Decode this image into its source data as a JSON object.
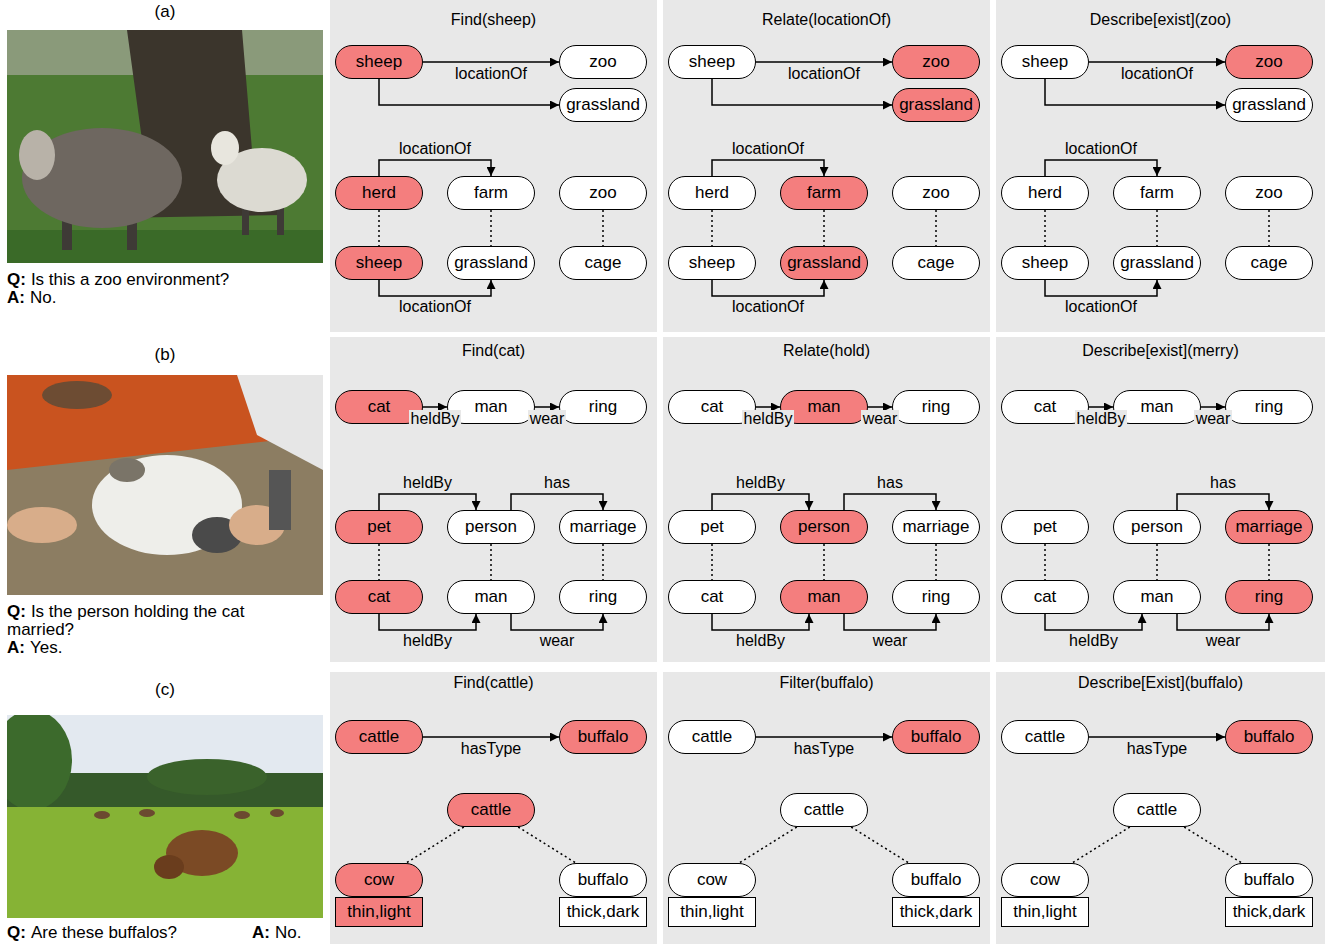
{
  "diagram": {
    "nodes": [
      {
        "text": [
          "Find(sheep)"
        ]
      },
      {
        "text": [
          "sheep"
        ],
        "in": 0
      },
      {
        "text": [
          "zoo"
        ],
        "in": 0
      },
      {
        "text": [
          "grassland"
        ],
        "in": 0
      },
      {
        "text": [
          "herd"
        ],
        "in": 0
      },
      {
        "text": [
          "farm"
        ],
        "in": 0
      },
      {
        "text": [
          "zoo"
        ],
        "in": 0
      },
      {
        "text": [
          "sheep"
        ],
        "in": 0
      },
      {
        "text": [
          "grassland"
        ],
        "in": 0
      },
      {
        "text": [
          "cage"
        ],
        "in": 0
      },
      {
        "text": [
          "Relate(locationOf)"
        ]
      },
      {
        "text": [
          "sheep"
        ],
        "in": 10
      },
      {
        "text": [
          "zoo"
        ],
        "in": 10
      },
      {
        "text": [
          "grassland"
        ],
        "in": 10
      },
      {
        "text": [
          "herd"
        ],
        "in": 10
      },
      {
        "text": [
          "farm"
        ],
        "in": 10
      },
      {
        "text": [
          "zoo"
        ],
        "in": 10
      },
      {
        "text": [
          "sheep"
        ],
        "in": 10
      },
      {
        "text": [
          "grassland"
        ],
        "in": 10
      },
      {
        "text": [
          "cage"
        ],
        "in": 10
      },
      {
        "text": [
          "Describe[exist](zoo)"
        ]
      },
      {
        "text": [
          "sheep"
        ],
        "in": 20
      },
      {
        "text": [
          "zoo"
        ],
        "in": 20
      },
      {
        "text": [
          "grassland"
        ],
        "in": 20
      },
      {
        "text": [
          "herd"
        ],
        "in": 20
      },
      {
        "text": [
          "farm"
        ],
        "in": 20
      },
      {
        "text": [
          "zoo"
        ],
        "in": 20
      },
      {
        "text": [
          "sheep"
        ],
        "in": 20
      },
      {
        "text": [
          "grassland"
        ],
        "in": 20
      },
      {
        "text": [
          "cage"
        ],
        "in": 20
      },
      {
        "text": [
          "Find(cat)"
        ]
      },
      {
        "text": [
          "cat"
        ],
        "in": 30
      },
      {
        "text": [
          "man"
        ],
        "in": 30
      },
      {
        "text": [
          "ring"
        ],
        "in": 30
      },
      {
        "text": [
          "pet"
        ],
        "in": 30
      },
      {
        "text": [
          "person"
        ],
        "in": 30
      },
      {
        "text": [
          "marriage"
        ],
        "in": 30
      },
      {
        "text": [
          "cat"
        ],
        "in": 30
      },
      {
        "text": [
          "man"
        ],
        "in": 30
      },
      {
        "text": [
          "ring"
        ],
        "in": 30
      },
      {
        "text": [
          "Relate(hold)"
        ]
      },
      {
        "text": [
          "cat"
        ],
        "in": 40
      },
      {
        "text": [
          "man"
        ],
        "in": 40
      },
      {
        "text": [
          "ring"
        ],
        "in": 40
      },
      {
        "text": [
          "pet"
        ],
        "in": 40
      },
      {
        "text": [
          "person"
        ],
        "in": 40
      },
      {
        "text": [
          "marriage"
        ],
        "in": 40
      },
      {
        "text": [
          "cat"
        ],
        "in": 40
      },
      {
        "text": [
          "man"
        ],
        "in": 40
      },
      {
        "text": [
          "ring"
        ],
        "in": 40
      },
      {
        "text": [
          "Describe[exist](merry)"
        ]
      },
      {
        "text": [
          "cat"
        ],
        "in": 50
      },
      {
        "text": [
          "man"
        ],
        "in": 50
      },
      {
        "text": [
          "ring"
        ],
        "in": 50
      },
      {
        "text": [
          "pet"
        ],
        "in": 50
      },
      {
        "text": [
          "person"
        ],
        "in": 50
      },
      {
        "text": [
          "marriage"
        ],
        "in": 50
      },
      {
        "text": [
          "cat"
        ],
        "in": 50
      },
      {
        "text": [
          "man"
        ],
        "in": 50
      },
      {
        "text": [
          "ring"
        ],
        "in": 50
      },
      {
        "text": [
          "Find(cattle)"
        ]
      },
      {
        "text": [
          "cattle"
        ],
        "in": 60
      },
      {
        "text": [
          "buffalo"
        ],
        "in": 60
      },
      {
        "text": [
          "cattle"
        ],
        "in": 60
      },
      {
        "text": [
          "cow"
        ],
        "in": 60
      },
      {
        "text": [
          "buffalo"
        ],
        "in": 60
      },
      {
        "text": [
          "thin,light"
        ],
        "in": 60
      },
      {
        "text": [
          "thick,dark"
        ],
        "in": 60
      },
      {
        "text": [
          "Filter(buffalo)"
        ]
      },
      {
        "text": [
          "cattle"
        ],
        "in": 68
      },
      {
        "text": [
          "buffalo"
        ],
        "in": 68
      },
      {
        "text": [
          "cattle"
        ],
        "in": 68
      },
      {
        "text": [
          "cow"
        ],
        "in": 68
      },
      {
        "text": [
          "buffalo"
        ],
        "in": 68
      },
      {
        "text": [
          "thin,light"
        ],
        "in": 68
      },
      {
        "text": [
          "thick,dark"
        ],
        "in": 68
      },
      {
        "text": [
          "Describe[Exist](buffalo)"
        ]
      },
      {
        "text": [
          "cattle"
        ],
        "in": 76
      },
      {
        "text": [
          "buffalo"
        ],
        "in": 76
      },
      {
        "text": [
          "cattle"
        ],
        "in": 76
      },
      {
        "text": [
          "cow"
        ],
        "in": 76
      },
      {
        "text": [
          "buffalo"
        ],
        "in": 76
      },
      {
        "text": [
          "thin,light"
        ],
        "in": 76
      },
      {
        "text": [
          "thick,dark"
        ],
        "in": 76
      }
    ],
    "edges": [
      {
        "from": 1,
        "to": 2,
        "label": "locationOf",
        "arrow": "to"
      },
      {
        "from": 1,
        "to": 3,
        "arrow": "to"
      },
      {
        "from": 4,
        "to": 5,
        "label": "locationOf",
        "arrow": "to"
      },
      {
        "from": 7,
        "to": 8,
        "label": "locationOf",
        "arrow": "to"
      },
      {
        "from": 4,
        "to": 7,
        "arrow": "none"
      },
      {
        "from": 5,
        "to": 8,
        "arrow": "none"
      },
      {
        "from": 6,
        "to": 9,
        "arrow": "none"
      },
      {
        "from": 11,
        "to": 12,
        "label": "locationOf",
        "arrow": "to"
      },
      {
        "from": 11,
        "to": 13,
        "arrow": "to"
      },
      {
        "from": 14,
        "to": 15,
        "label": "locationOf",
        "arrow": "to"
      },
      {
        "from": 17,
        "to": 18,
        "label": "locationOf",
        "arrow": "to"
      },
      {
        "from": 14,
        "to": 17,
        "arrow": "none"
      },
      {
        "from": 15,
        "to": 18,
        "arrow": "none"
      },
      {
        "from": 16,
        "to": 19,
        "arrow": "none"
      },
      {
        "from": 21,
        "to": 22,
        "label": "locationOf",
        "arrow": "to"
      },
      {
        "from": 21,
        "to": 23,
        "arrow": "to"
      },
      {
        "from": 24,
        "to": 25,
        "label": "locationOf",
        "arrow": "to"
      },
      {
        "from": 27,
        "to": 28,
        "label": "locationOf",
        "arrow": "to"
      },
      {
        "from": 24,
        "to": 27,
        "arrow": "none"
      },
      {
        "from": 25,
        "to": 28,
        "arrow": "none"
      },
      {
        "from": 26,
        "to": 29,
        "arrow": "none"
      },
      {
        "from": 31,
        "to": 32,
        "label": "heldBy",
        "arrow": "to"
      },
      {
        "from": 32,
        "to": 33,
        "label": "wear",
        "arrow": "to"
      },
      {
        "from": 34,
        "to": 35,
        "label": "heldBy",
        "arrow": "to"
      },
      {
        "from": 35,
        "to": 36,
        "label": "has",
        "arrow": "to"
      },
      {
        "from": 37,
        "to": 38,
        "label": "heldBy",
        "arrow": "to"
      },
      {
        "from": 38,
        "to": 39,
        "label": "wear",
        "arrow": "to"
      },
      {
        "from": 34,
        "to": 37,
        "arrow": "none"
      },
      {
        "from": 35,
        "to": 38,
        "arrow": "none"
      },
      {
        "from": 36,
        "to": 39,
        "arrow": "none"
      },
      {
        "from": 41,
        "to": 42,
        "label": "heldBy",
        "arrow": "to"
      },
      {
        "from": 42,
        "to": 43,
        "label": "wear",
        "arrow": "to"
      },
      {
        "from": 44,
        "to": 45,
        "label": "heldBy",
        "arrow": "to"
      },
      {
        "from": 45,
        "to": 46,
        "label": "has",
        "arrow": "to"
      },
      {
        "from": 47,
        "to": 48,
        "label": "heldBy",
        "arrow": "to"
      },
      {
        "from": 48,
        "to": 49,
        "label": "wear",
        "arrow": "to"
      },
      {
        "from": 44,
        "to": 47,
        "arrow": "none"
      },
      {
        "from": 45,
        "to": 48,
        "arrow": "none"
      },
      {
        "from": 46,
        "to": 49,
        "arrow": "none"
      },
      {
        "from": 51,
        "to": 52,
        "label": "heldBy",
        "arrow": "to"
      },
      {
        "from": 52,
        "to": 53,
        "label": "wear",
        "arrow": "to"
      },
      {
        "from": 55,
        "to": 56,
        "label": "has",
        "arrow": "to"
      },
      {
        "from": 57,
        "to": 58,
        "label": "heldBy",
        "arrow": "to"
      },
      {
        "from": 58,
        "to": 59,
        "label": "wear",
        "arrow": "to"
      },
      {
        "from": 54,
        "to": 57,
        "arrow": "none"
      },
      {
        "from": 55,
        "to": 58,
        "arrow": "none"
      },
      {
        "from": 56,
        "to": 59,
        "arrow": "none"
      },
      {
        "from": 61,
        "to": 62,
        "label": "hasType",
        "arrow": "to"
      },
      {
        "from": 63,
        "to": 64,
        "arrow": "none"
      },
      {
        "from": 63,
        "to": 65,
        "arrow": "none"
      },
      {
        "from": 69,
        "to": 70,
        "label": "hasType",
        "arrow": "to"
      },
      {
        "from": 71,
        "to": 72,
        "arrow": "none"
      },
      {
        "from": 71,
        "to": 73,
        "arrow": "none"
      },
      {
        "from": 77,
        "to": 78,
        "label": "hasType",
        "arrow": "to"
      },
      {
        "from": 79,
        "to": 80,
        "arrow": "none"
      },
      {
        "from": 79,
        "to": 81,
        "arrow": "none"
      }
    ],
    "labels": [
      "(a)",
      "Q:",
      "Is this a zoo environment?",
      "A:",
      "No.",
      "(b)",
      "Q:",
      "Is the person holding the cat married?",
      "A:",
      "Yes.",
      "(c)",
      "Q:",
      "Are these buffalos?",
      "A:",
      "No."
    ]
  }
}
